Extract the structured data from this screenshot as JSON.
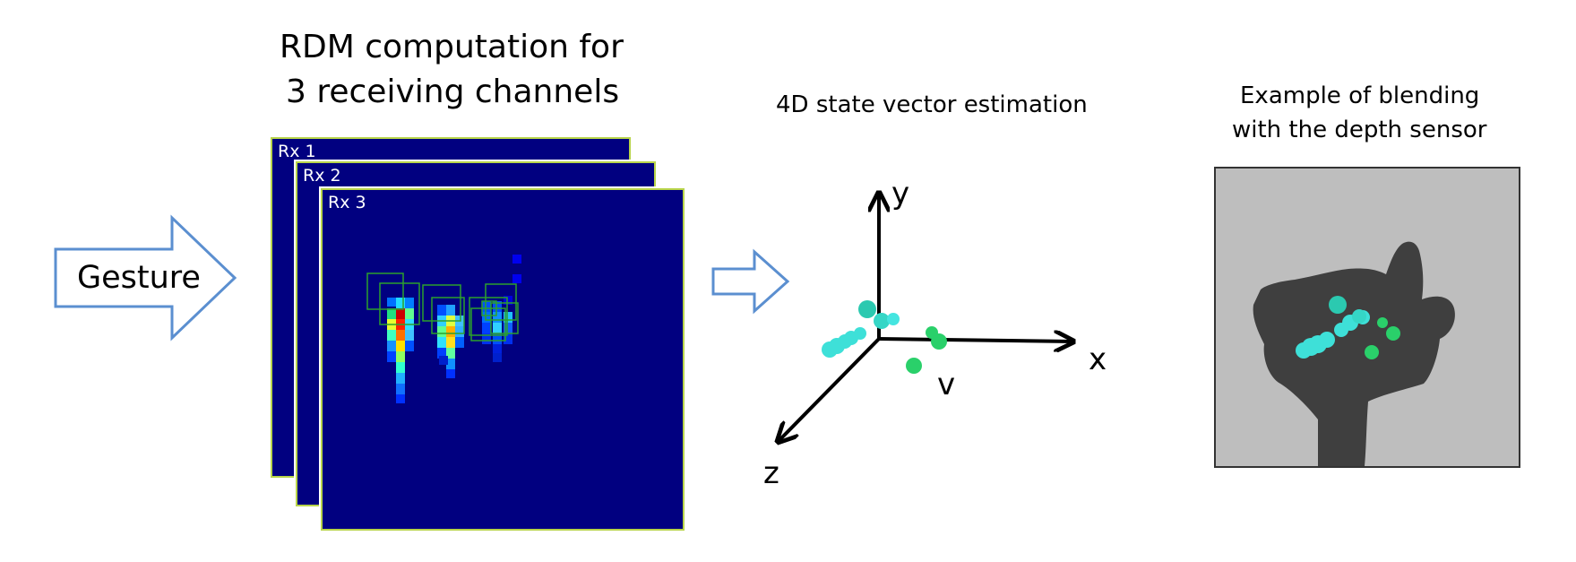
{
  "titles": {
    "rdm_line1": "RDM computation for",
    "rdm_line2": "3 receiving channels",
    "state_vector": "4D state vector estimation",
    "blend_line1": "Example of blending",
    "blend_line2": "with the depth sensor"
  },
  "gesture_label": "Gesture",
  "rdm_channels": [
    "Rx 1",
    "Rx 2",
    "Rx 3"
  ],
  "axes": {
    "x": "x",
    "y": "y",
    "z": "z",
    "v": "v"
  },
  "colors": {
    "rdm_background": "#010080",
    "panel_border": "#b8d44a",
    "arrow_outline": "#5b8fd0",
    "cyan_points": "#3ee0d8",
    "green_points": "#2ad06a",
    "depth_background": "#bebebe",
    "hand_silhouette": "#3f3f3f"
  }
}
